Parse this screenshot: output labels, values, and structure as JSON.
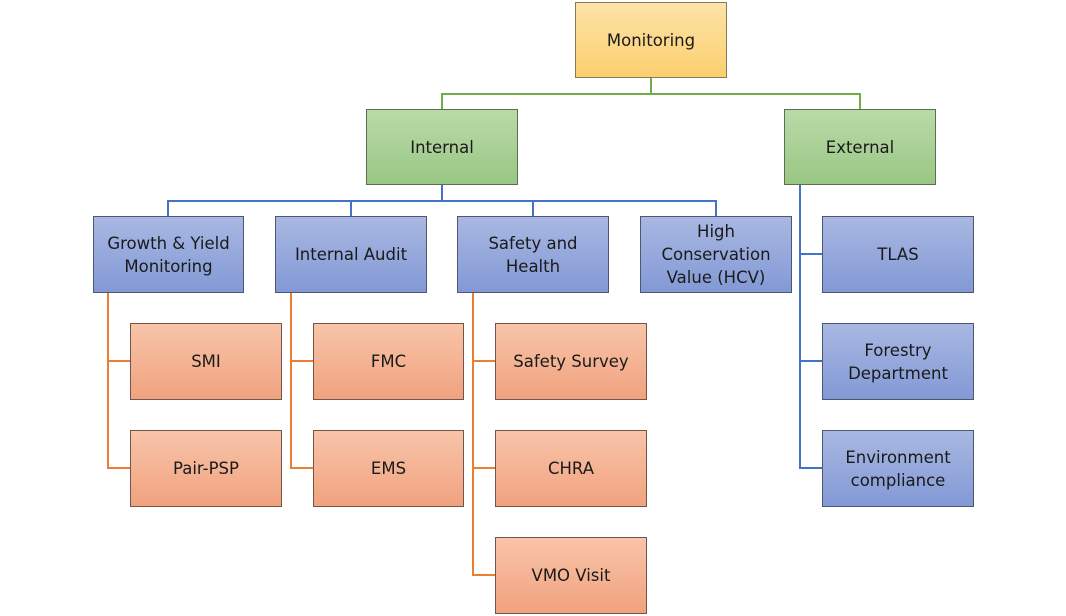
{
  "diagram": {
    "type": "org-chart",
    "root": {
      "label": "Monitoring"
    },
    "level1": [
      {
        "id": "internal",
        "label": "Internal"
      },
      {
        "id": "external",
        "label": "External"
      }
    ],
    "internal_children": [
      {
        "id": "growth",
        "label": "Growth & Yield\nMonitoring",
        "children": [
          "SMI",
          "Pair-PSP"
        ]
      },
      {
        "id": "audit",
        "label": "Internal Audit",
        "children": [
          "FMC",
          "EMS"
        ]
      },
      {
        "id": "safety",
        "label": "Safety and\nHealth",
        "children": [
          "Safety Survey",
          "CHRA",
          "VMO Visit"
        ]
      },
      {
        "id": "hcv",
        "label": "High\nConservation\nValue (HCV)",
        "children": []
      }
    ],
    "external_children": [
      "TLAS",
      "Forestry\nDepartment",
      "Environment\ncompliance"
    ],
    "colors": {
      "root": "#fcd88a",
      "level1": "#a9d18e",
      "level2": "#8faadc",
      "level3": "#f4b183",
      "connector_root": "#70ad47",
      "connector_level2": "#4472c4",
      "connector_level3": "#ed7d31"
    }
  }
}
